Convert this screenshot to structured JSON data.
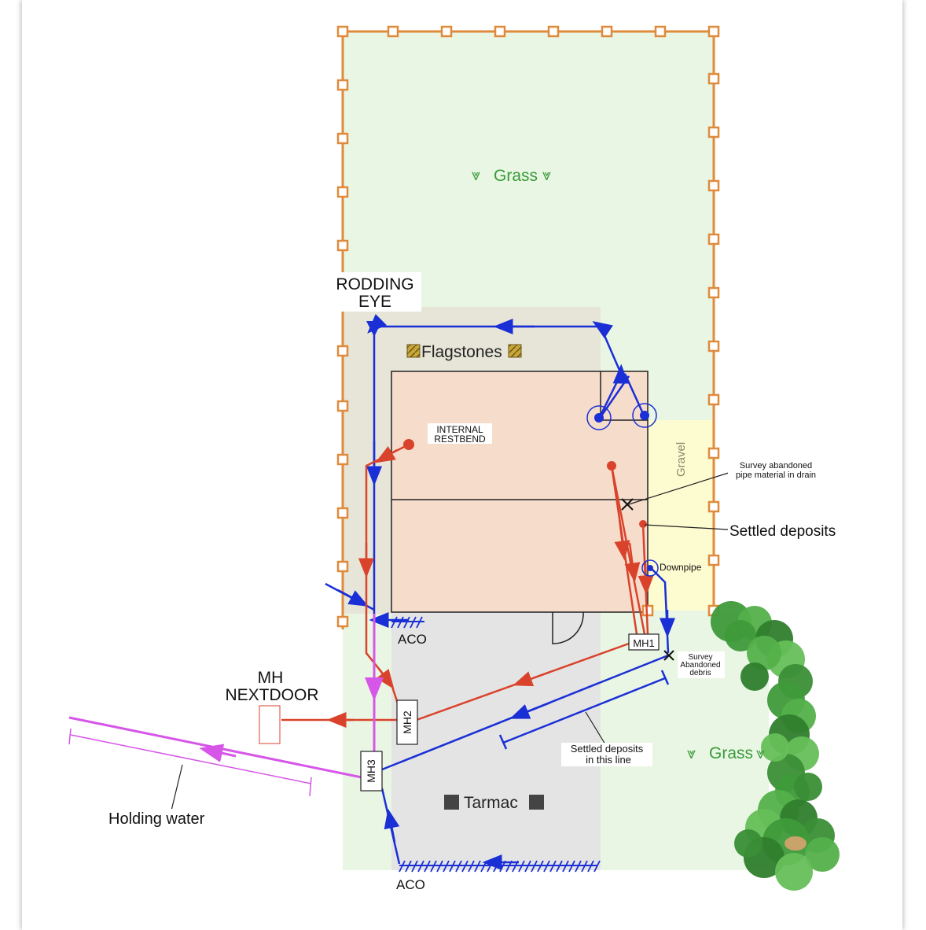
{
  "labels": {
    "grass_top": "Grass",
    "grass_bottom": "Grass",
    "flagstones": "Flagstones",
    "gravel": "Gravel",
    "tarmac": "Tarmac",
    "rodding_eye_1": "RODDING",
    "rodding_eye_2": "EYE",
    "internal_restbend_1": "INTERNAL",
    "internal_restbend_2": "RESTBEND",
    "survey_pipe_1": "Survey abandoned",
    "survey_pipe_2": "pipe material in drain",
    "settled_deposits": "Settled deposits",
    "downpipe": "Downpipe",
    "mh1": "MH1",
    "mh2": "MH2",
    "mh3": "MH3",
    "aco_top": "ACO",
    "aco_bottom": "ACO",
    "mh_nextdoor_1": "MH",
    "mh_nextdoor_2": "NEXTDOOR",
    "survey_debris_1": "Survey",
    "survey_debris_2": "Abandoned",
    "survey_debris_3": "debris",
    "settled_line_1": "Settled deposits",
    "settled_line_2": "in this line",
    "holding_water": "Holding water"
  },
  "colors": {
    "fence": "#e08a3c",
    "grass": "#e9f6e4",
    "grass_text": "#3a9a3a",
    "flagstones": "#e6e5d8",
    "building": "#f6dccb",
    "gravel": "#fdfbd0",
    "tarmac": "#e4e4e4",
    "surface_water": "#1a2fd6",
    "foul_water": "#d9432c",
    "neighbour_line": "#d656e8",
    "tree": "#3f9a3a"
  }
}
